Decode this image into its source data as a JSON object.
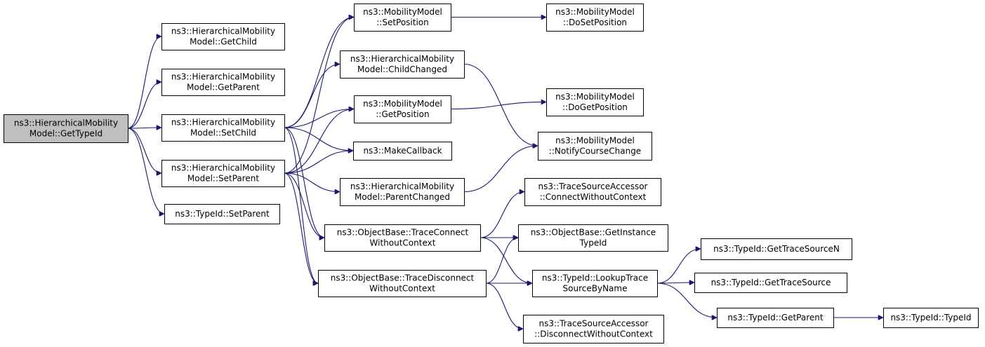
{
  "graph": {
    "colors": {
      "edge": "#191970",
      "root_fill": "#bfbfbf",
      "node_fill": "#ffffff"
    },
    "nodes": [
      {
        "id": "getTypeId",
        "lines": [
          "ns3::HierarchicalMobility",
          "Model::GetTypeId"
        ],
        "root": true
      },
      {
        "id": "getChild",
        "lines": [
          "ns3::HierarchicalMobility",
          "Model::GetChild"
        ]
      },
      {
        "id": "getParent",
        "lines": [
          "ns3::HierarchicalMobility",
          "Model::GetParent"
        ]
      },
      {
        "id": "setChild",
        "lines": [
          "ns3::HierarchicalMobility",
          "Model::SetChild"
        ]
      },
      {
        "id": "setParentH",
        "lines": [
          "ns3::HierarchicalMobility",
          "Model::SetParent"
        ]
      },
      {
        "id": "typeIdSetParent",
        "lines": [
          "ns3::TypeId::SetParent"
        ]
      },
      {
        "id": "mmSetPosition",
        "lines": [
          "ns3::MobilityModel",
          "::SetPosition"
        ]
      },
      {
        "id": "childChanged",
        "lines": [
          "ns3::HierarchicalMobility",
          "Model::ChildChanged"
        ]
      },
      {
        "id": "mmGetPosition",
        "lines": [
          "ns3::MobilityModel",
          "::GetPosition"
        ]
      },
      {
        "id": "makeCallback",
        "lines": [
          "ns3::MakeCallback"
        ]
      },
      {
        "id": "parentChanged",
        "lines": [
          "ns3::HierarchicalMobility",
          "Model::ParentChanged"
        ]
      },
      {
        "id": "traceConnect",
        "lines": [
          "ns3::ObjectBase::TraceConnect",
          "WithoutContext"
        ]
      },
      {
        "id": "traceDisconnect",
        "lines": [
          "ns3::ObjectBase::TraceDisconnect",
          "WithoutContext"
        ]
      },
      {
        "id": "doSetPosition",
        "lines": [
          "ns3::MobilityModel",
          "::DoSetPosition"
        ]
      },
      {
        "id": "doGetPosition",
        "lines": [
          "ns3::MobilityModel",
          "::DoGetPosition"
        ]
      },
      {
        "id": "notifyCourseChange",
        "lines": [
          "ns3::MobilityModel",
          "::NotifyCourseChange"
        ]
      },
      {
        "id": "tsaConnect",
        "lines": [
          "ns3::TraceSourceAccessor",
          "::ConnectWithoutContext"
        ]
      },
      {
        "id": "getInstanceTypeId",
        "lines": [
          "ns3::ObjectBase::GetInstance",
          "TypeId"
        ]
      },
      {
        "id": "lookupTraceSource",
        "lines": [
          "ns3::TypeId::LookupTrace",
          "SourceByName"
        ]
      },
      {
        "id": "tsaDisconnect",
        "lines": [
          "ns3::TraceSourceAccessor",
          "::DisconnectWithoutContext"
        ]
      },
      {
        "id": "getTraceSourceN",
        "lines": [
          "ns3::TypeId::GetTraceSourceN"
        ]
      },
      {
        "id": "getTraceSource",
        "lines": [
          "ns3::TypeId::GetTraceSource"
        ]
      },
      {
        "id": "typeIdGetParent",
        "lines": [
          "ns3::TypeId::GetParent"
        ]
      },
      {
        "id": "typeIdTypeId",
        "lines": [
          "ns3::TypeId::TypeId"
        ]
      }
    ],
    "edges": [
      [
        "getTypeId",
        "getChild"
      ],
      [
        "getTypeId",
        "getParent"
      ],
      [
        "getTypeId",
        "setChild"
      ],
      [
        "getTypeId",
        "setParentH"
      ],
      [
        "getTypeId",
        "typeIdSetParent"
      ],
      [
        "setChild",
        "mmSetPosition"
      ],
      [
        "setChild",
        "childChanged"
      ],
      [
        "setChild",
        "mmGetPosition"
      ],
      [
        "setChild",
        "makeCallback"
      ],
      [
        "setChild",
        "traceConnect"
      ],
      [
        "setChild",
        "traceDisconnect"
      ],
      [
        "setParentH",
        "mmSetPosition"
      ],
      [
        "setParentH",
        "mmGetPosition"
      ],
      [
        "setParentH",
        "makeCallback"
      ],
      [
        "setParentH",
        "parentChanged"
      ],
      [
        "setParentH",
        "traceConnect"
      ],
      [
        "setParentH",
        "traceDisconnect"
      ],
      [
        "mmSetPosition",
        "doSetPosition"
      ],
      [
        "mmGetPosition",
        "doGetPosition"
      ],
      [
        "childChanged",
        "notifyCourseChange"
      ],
      [
        "parentChanged",
        "notifyCourseChange"
      ],
      [
        "traceConnect",
        "tsaConnect"
      ],
      [
        "traceConnect",
        "getInstanceTypeId"
      ],
      [
        "traceConnect",
        "lookupTraceSource"
      ],
      [
        "traceDisconnect",
        "getInstanceTypeId"
      ],
      [
        "traceDisconnect",
        "lookupTraceSource"
      ],
      [
        "traceDisconnect",
        "tsaDisconnect"
      ],
      [
        "lookupTraceSource",
        "getTraceSourceN"
      ],
      [
        "lookupTraceSource",
        "getTraceSource"
      ],
      [
        "lookupTraceSource",
        "typeIdGetParent"
      ],
      [
        "typeIdGetParent",
        "typeIdTypeId"
      ]
    ]
  }
}
